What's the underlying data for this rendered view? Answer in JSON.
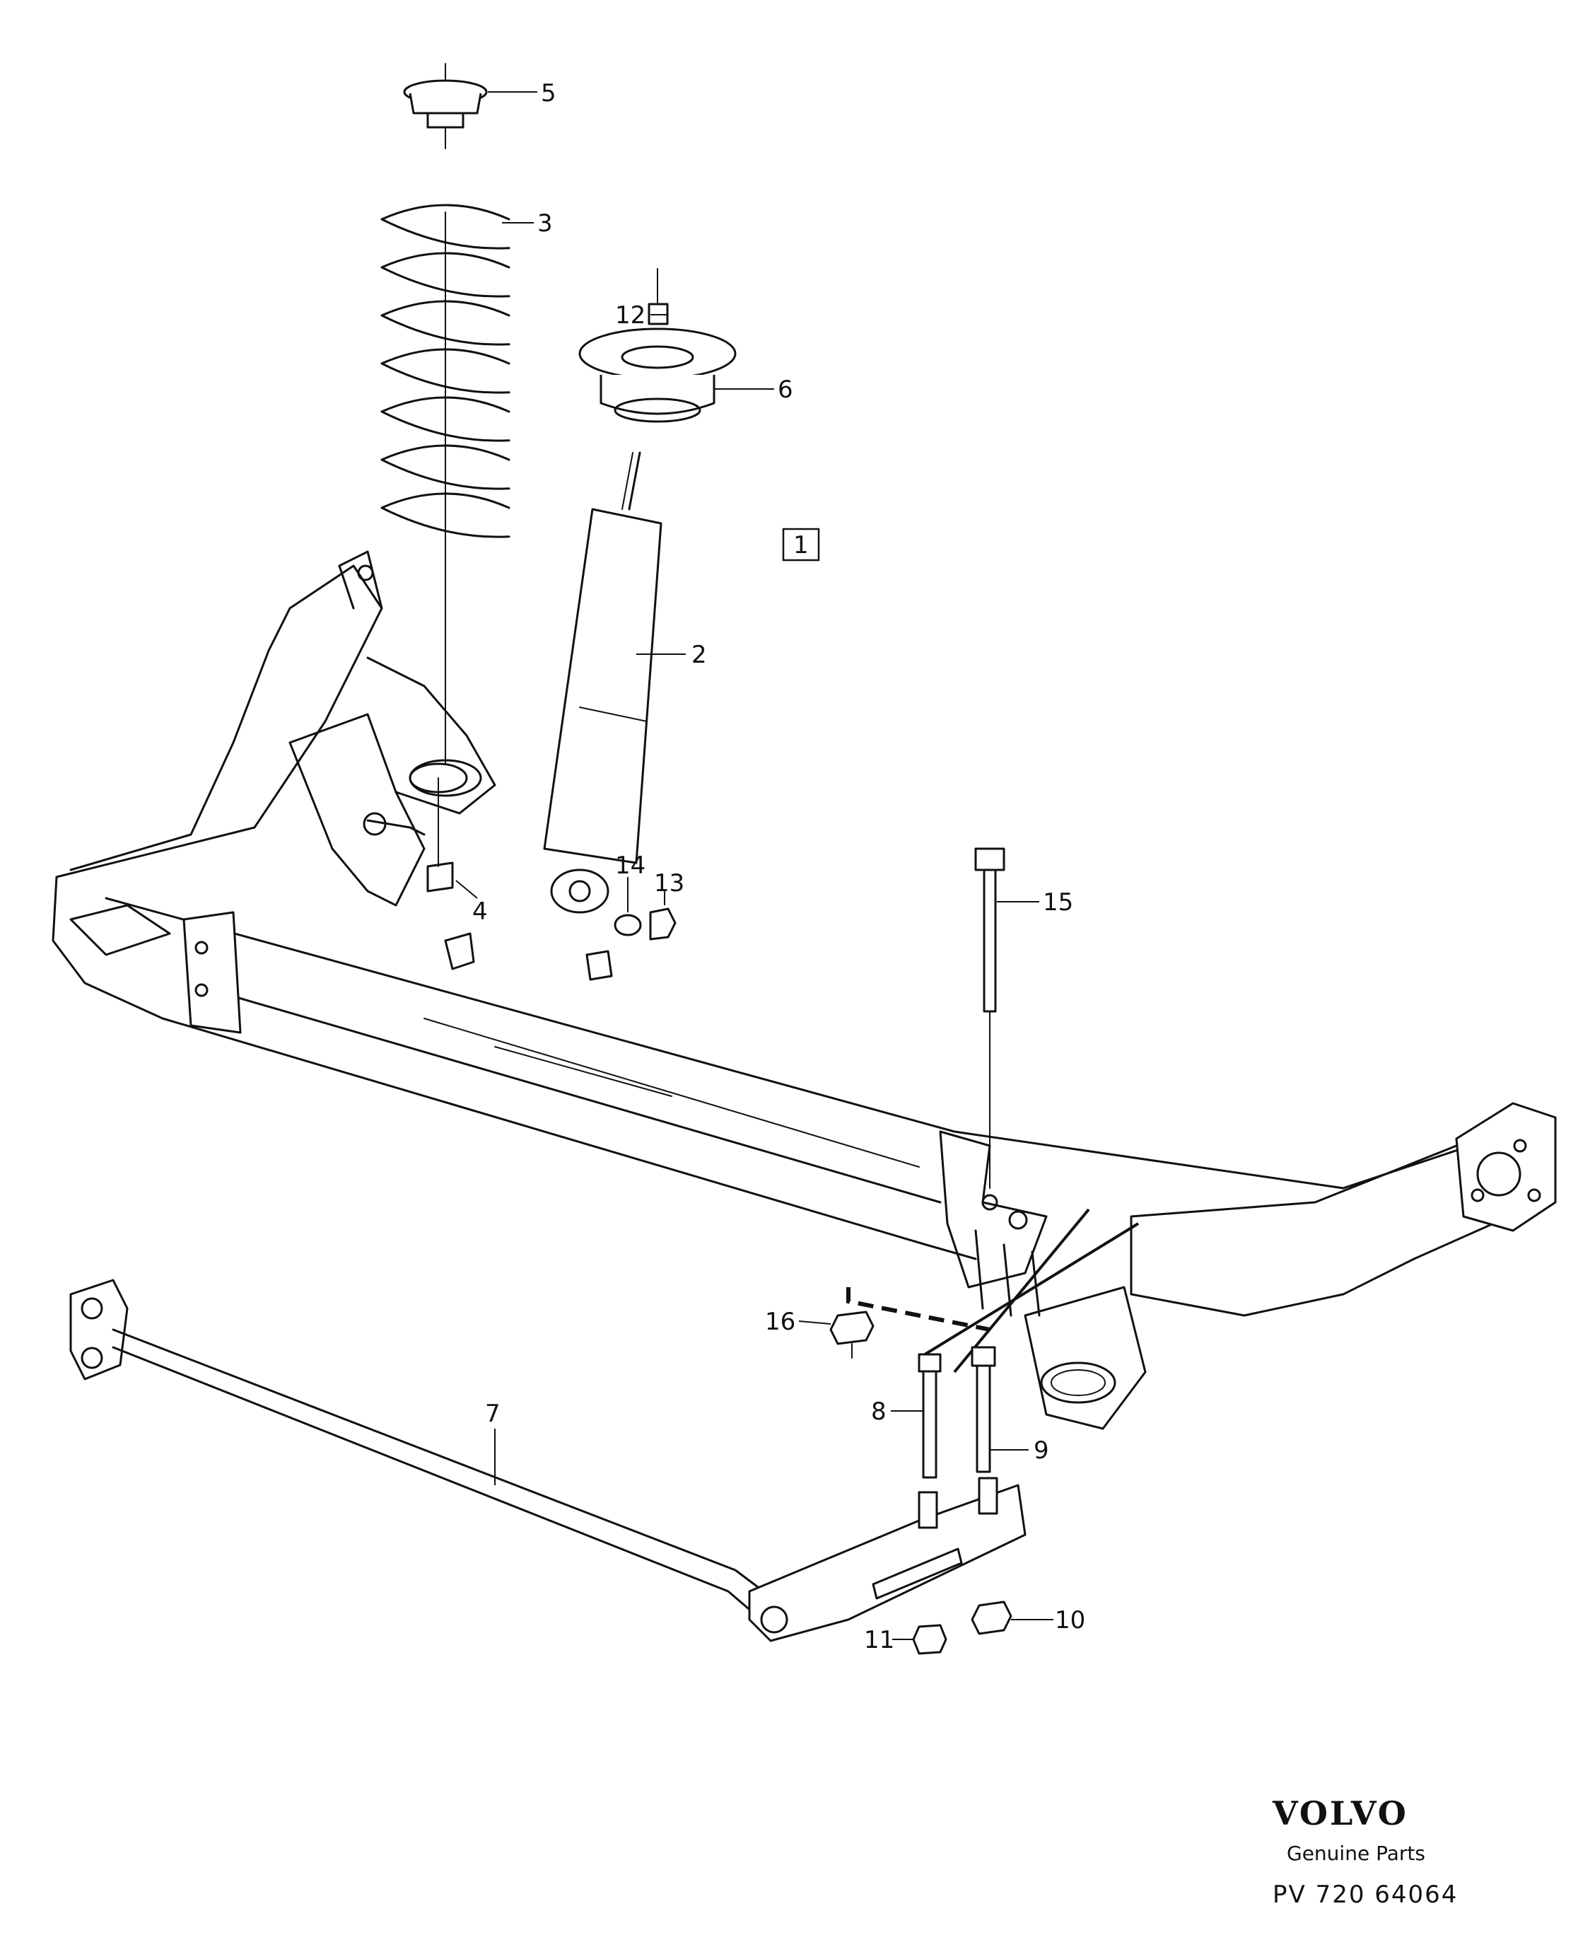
{
  "diagram": {
    "parts": [
      {
        "id": "p1",
        "number": "1"
      },
      {
        "id": "p2",
        "number": "2"
      },
      {
        "id": "p3",
        "number": "3"
      },
      {
        "id": "p4",
        "number": "4"
      },
      {
        "id": "p5",
        "number": "5"
      },
      {
        "id": "p6",
        "number": "6"
      },
      {
        "id": "p7",
        "number": "7"
      },
      {
        "id": "p8",
        "number": "8"
      },
      {
        "id": "p9",
        "number": "9"
      },
      {
        "id": "p10",
        "number": "10"
      },
      {
        "id": "p11",
        "number": "11"
      },
      {
        "id": "p12",
        "number": "12"
      },
      {
        "id": "p13",
        "number": "13"
      },
      {
        "id": "p14",
        "number": "14"
      },
      {
        "id": "p15",
        "number": "15"
      },
      {
        "id": "p16",
        "number": "16"
      }
    ]
  },
  "footer": {
    "brand": "VOLVO",
    "subtitle": "Genuine Parts",
    "code": "PV 720 64064"
  }
}
